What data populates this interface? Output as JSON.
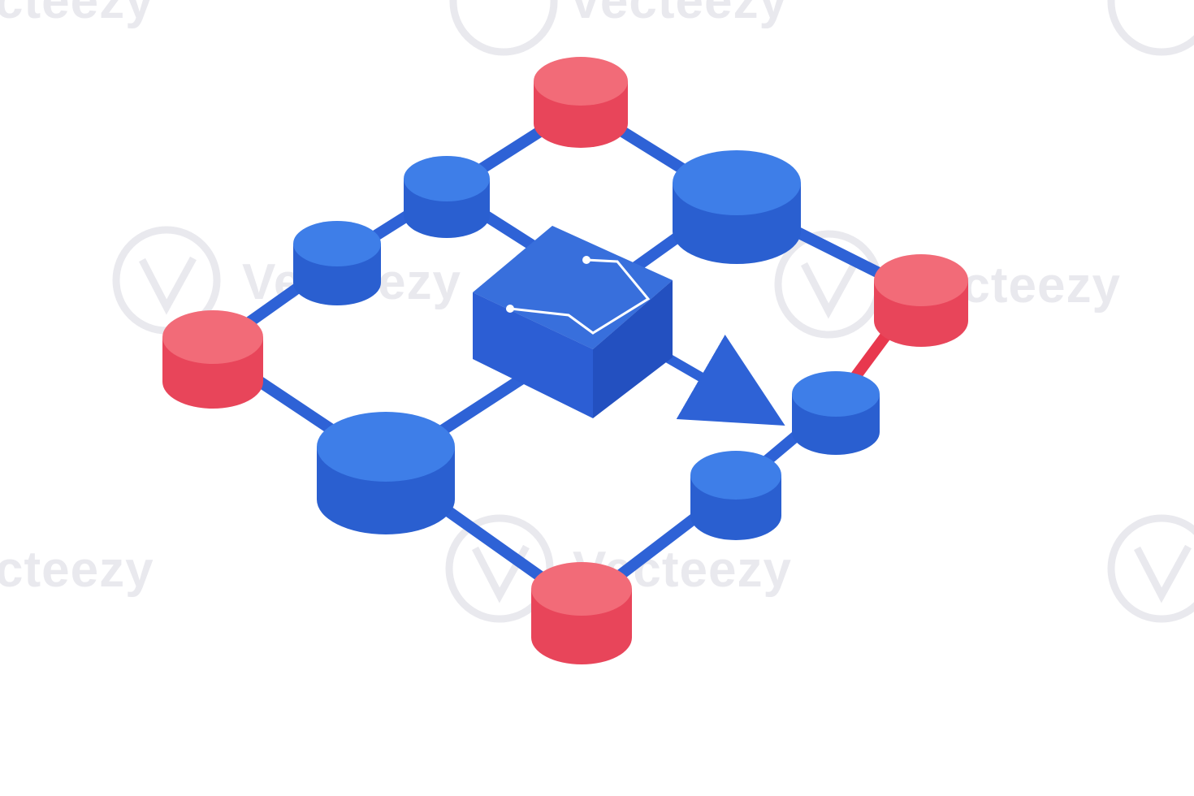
{
  "watermark": {
    "text": "Vecteezy",
    "fragment_left": "cteezy",
    "fragment_top_right": "Vecteezy"
  },
  "colors": {
    "background": "#ffffff",
    "blue_top": "#3e7ee8",
    "blue_side": "#2a5fd0",
    "blue_connector": "#2e62d6",
    "red_top": "#f26b78",
    "red_side": "#e8455a",
    "red_connector": "#e8384e",
    "cube_front": "#2c5ed4",
    "cube_top": "#3f78e0",
    "cube_side": "#2350c0",
    "circuit": "#ffffff",
    "watermark": "#e9e9ee"
  },
  "icons": [
    "network-diagram-icon",
    "processor-cube-icon",
    "arrow-icon",
    "vecteezy-logo-icon"
  ]
}
